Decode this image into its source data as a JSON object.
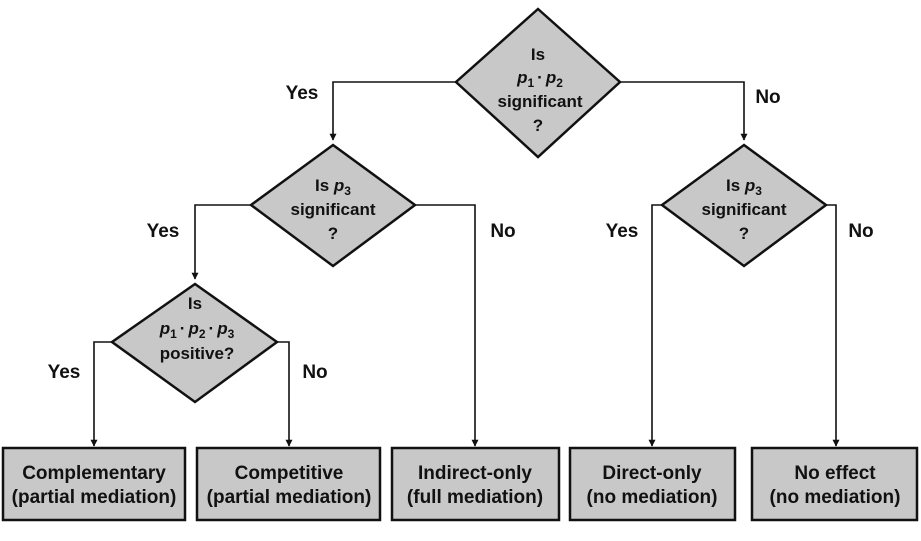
{
  "colors": {
    "shape_fill": "#c8c8c8",
    "stroke": "#111111",
    "background": "#ffffff"
  },
  "decisions": {
    "p1p2": {
      "line1": "Is",
      "var1": "p",
      "sub1": "1",
      "dot": "·",
      "var2": "p",
      "sub2": "2",
      "line3": "significant",
      "line4": "?"
    },
    "p3_left": {
      "prefix": "Is ",
      "var": "p",
      "sub": "3",
      "line2": "significant",
      "line3": "?"
    },
    "p3_right": {
      "prefix": "Is ",
      "var": "p",
      "sub": "3",
      "line2": "significant",
      "line3": "?"
    },
    "product": {
      "line1": "Is",
      "var1": "p",
      "sub1": "1",
      "dot1": "·",
      "var2": "p",
      "sub2": "2",
      "dot2": "·",
      "var3": "p",
      "sub3": "3",
      "line3": "positive?"
    }
  },
  "labels": {
    "top_yes": "Yes",
    "top_no": "No",
    "left_yes": "Yes",
    "left_no": "No",
    "right_yes": "Yes",
    "right_no": "No",
    "product_yes": "Yes",
    "product_no": "No"
  },
  "outcomes": [
    {
      "title": "Complementary",
      "subtitle": "(partial mediation)"
    },
    {
      "title": "Competitive",
      "subtitle": "(partial mediation)"
    },
    {
      "title": "Indirect-only",
      "subtitle": "(full mediation)"
    },
    {
      "title": "Direct-only",
      "subtitle": "(no mediation)"
    },
    {
      "title": "No effect",
      "subtitle": "(no mediation)"
    }
  ]
}
